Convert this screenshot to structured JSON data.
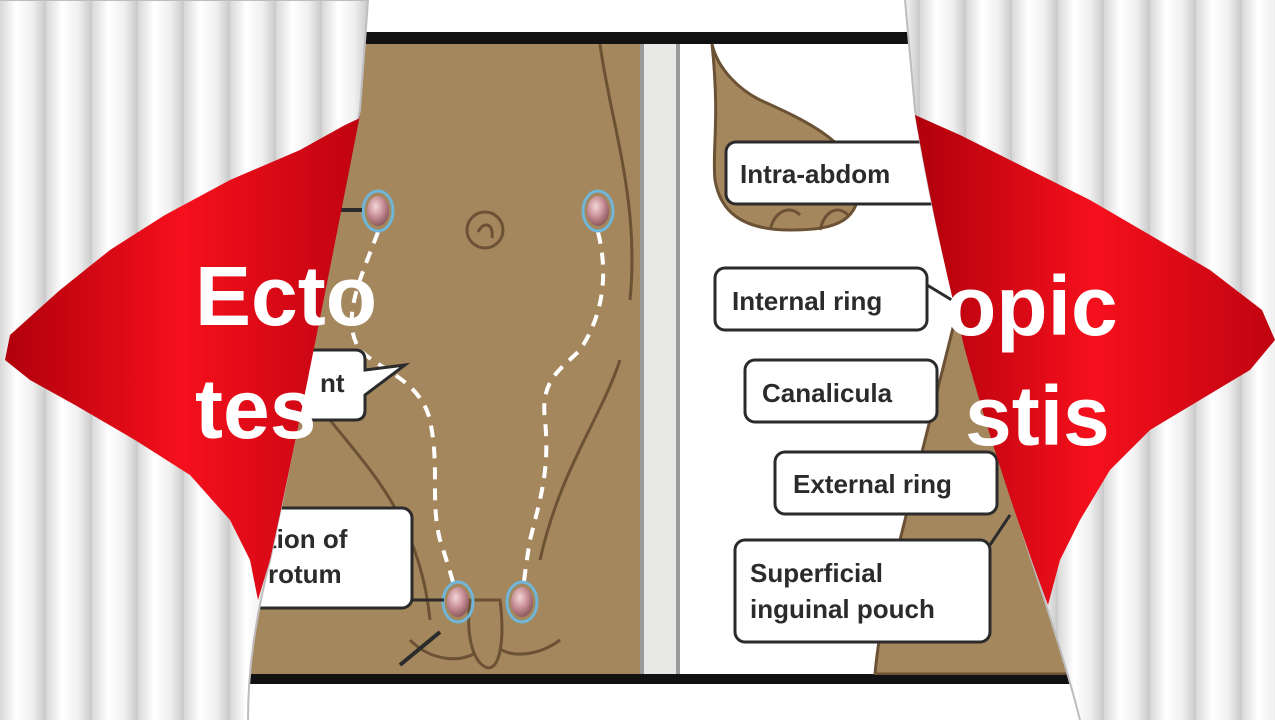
{
  "banner": {
    "left_line1": "Ecto",
    "left_line2": "tes",
    "right_line1": "opic",
    "right_line2": "stis",
    "color": "#e30613"
  },
  "left_panel": {
    "skin_color": "#a4875c",
    "callouts": {
      "upper_right_fragment": "nt",
      "lower_line1": "tion of",
      "lower_line2": "rotum"
    }
  },
  "right_panel": {
    "callouts": {
      "intra_abdominal": "Intra-abdom",
      "internal_ring": "Internal ring",
      "canalicula": "Canalicula",
      "external_ring": "External ring",
      "superficial_line1": "Superficial",
      "superficial_line2": "inguinal pouch"
    }
  },
  "colors": {
    "testis_fill": "#c88f95",
    "testis_ring": "#6fb6d9",
    "path_dash": "#ffffff",
    "frame": "#111111",
    "curtain": "#f2f2f2"
  }
}
